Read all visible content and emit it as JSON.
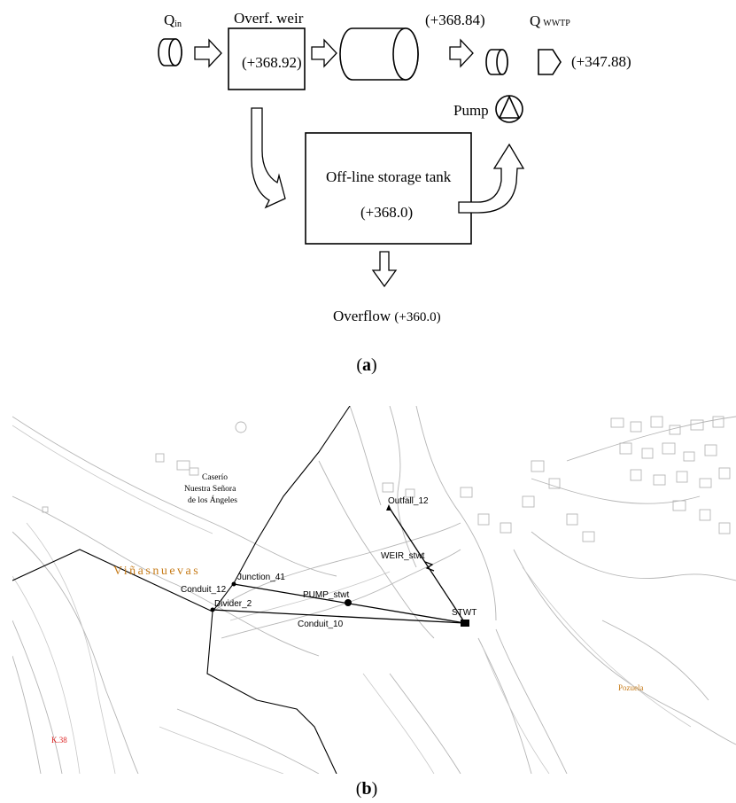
{
  "panel_a": {
    "q_in_main": "Q",
    "q_in_sub": "in",
    "weir_title": "Overf. weir",
    "weir_elev": "(+368.92)",
    "conduit_elev": "(+368.84)",
    "q_wwtp_main": "Q",
    "q_wwtp_sub": "WWTP",
    "outlet_elev": "(+347.88)",
    "pump_label": "Pump",
    "tank_title": "Off-line storage tank",
    "tank_elev": "(+368.0)",
    "overflow_label": "Overflow",
    "overflow_elev": "(+360.0)",
    "caption": "a"
  },
  "panel_b": {
    "place_caserio_1": "Caserío",
    "place_caserio_2": "Nuestra Señora",
    "place_caserio_3": "de los Ángeles",
    "place_vinasnuevas": "Viñasnuevas",
    "place_pozuela": "Pozuela",
    "place_k38": "K.38",
    "outfall": "Outfall_12",
    "weir": "WEIR_stwt",
    "junction": "Junction_41",
    "conduit_12": "Conduit_12",
    "divider": "Divider_2",
    "pump": "PUMP_stwt",
    "conduit_10": "Conduit_10",
    "stwt": "STWT",
    "caption": "b",
    "colors": {
      "place_orange": "#c77c1a",
      "place_red": "#dd2222"
    }
  }
}
